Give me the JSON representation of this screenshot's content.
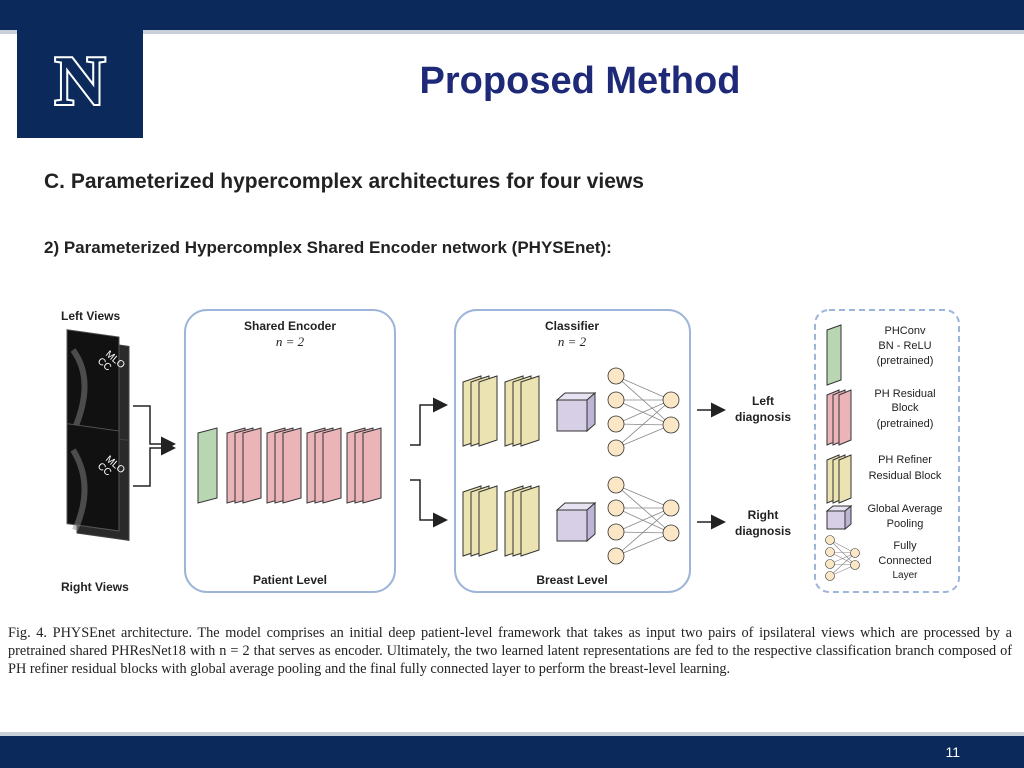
{
  "header": {
    "title": "Proposed Method",
    "logo_letter": "N",
    "logo_icon": "university-n-logo"
  },
  "section_heading": "C. Parameterized hypercomplex architectures for four views",
  "subsection_heading": "2) Parameterized Hypercomplex Shared Encoder network (PHYSEnet):",
  "figure": {
    "left_views_label": "Left Views",
    "right_views_label": "Right Views",
    "view_mlo": "MLO",
    "view_cc": "CC",
    "encoder_title": "Shared Encoder",
    "encoder_n": "n = 2",
    "encoder_footer": "Patient Level",
    "classifier_title": "Classifier",
    "classifier_n": "n = 2",
    "classifier_footer": "Breast Level",
    "left_diag_1": "Left",
    "left_diag_2": "diagnosis",
    "right_diag_1": "Right",
    "right_diag_2": "diagnosis",
    "legend": {
      "phconv_1": "PHConv",
      "phconv_2": "BN - ReLU",
      "phconv_3": "(pretrained)",
      "res_1": "PH Residual",
      "res_2": "Block",
      "res_3": "(pretrained)",
      "ref_1": "PH Refiner",
      "ref_2": "Residual Block",
      "gap_1": "Global Average",
      "gap_2": "Pooling",
      "fc_1": "Fully",
      "fc_2": "Connected",
      "fc_3": "Layer"
    },
    "colors": {
      "phconv": "#b9d6b3",
      "residual": "#eab4b8",
      "refiner": "#ece3b2",
      "pooling": "#d6cfe6",
      "neuron": "#fbe6c6",
      "panel_border": "#9db5d8"
    }
  },
  "caption": "Fig. 4.   PHYSEnet architecture. The model comprises an initial deep patient-level framework that takes as input two pairs of ipsilateral views which are processed by a pretrained shared PHResNet18 with n = 2 that serves as encoder. Ultimately, the two learned latent representations are fed to the respective classification branch composed of PH refiner residual blocks with global average pooling and the final fully connected layer to perform the breast-level learning.",
  "footer": {
    "page_number": "11"
  }
}
